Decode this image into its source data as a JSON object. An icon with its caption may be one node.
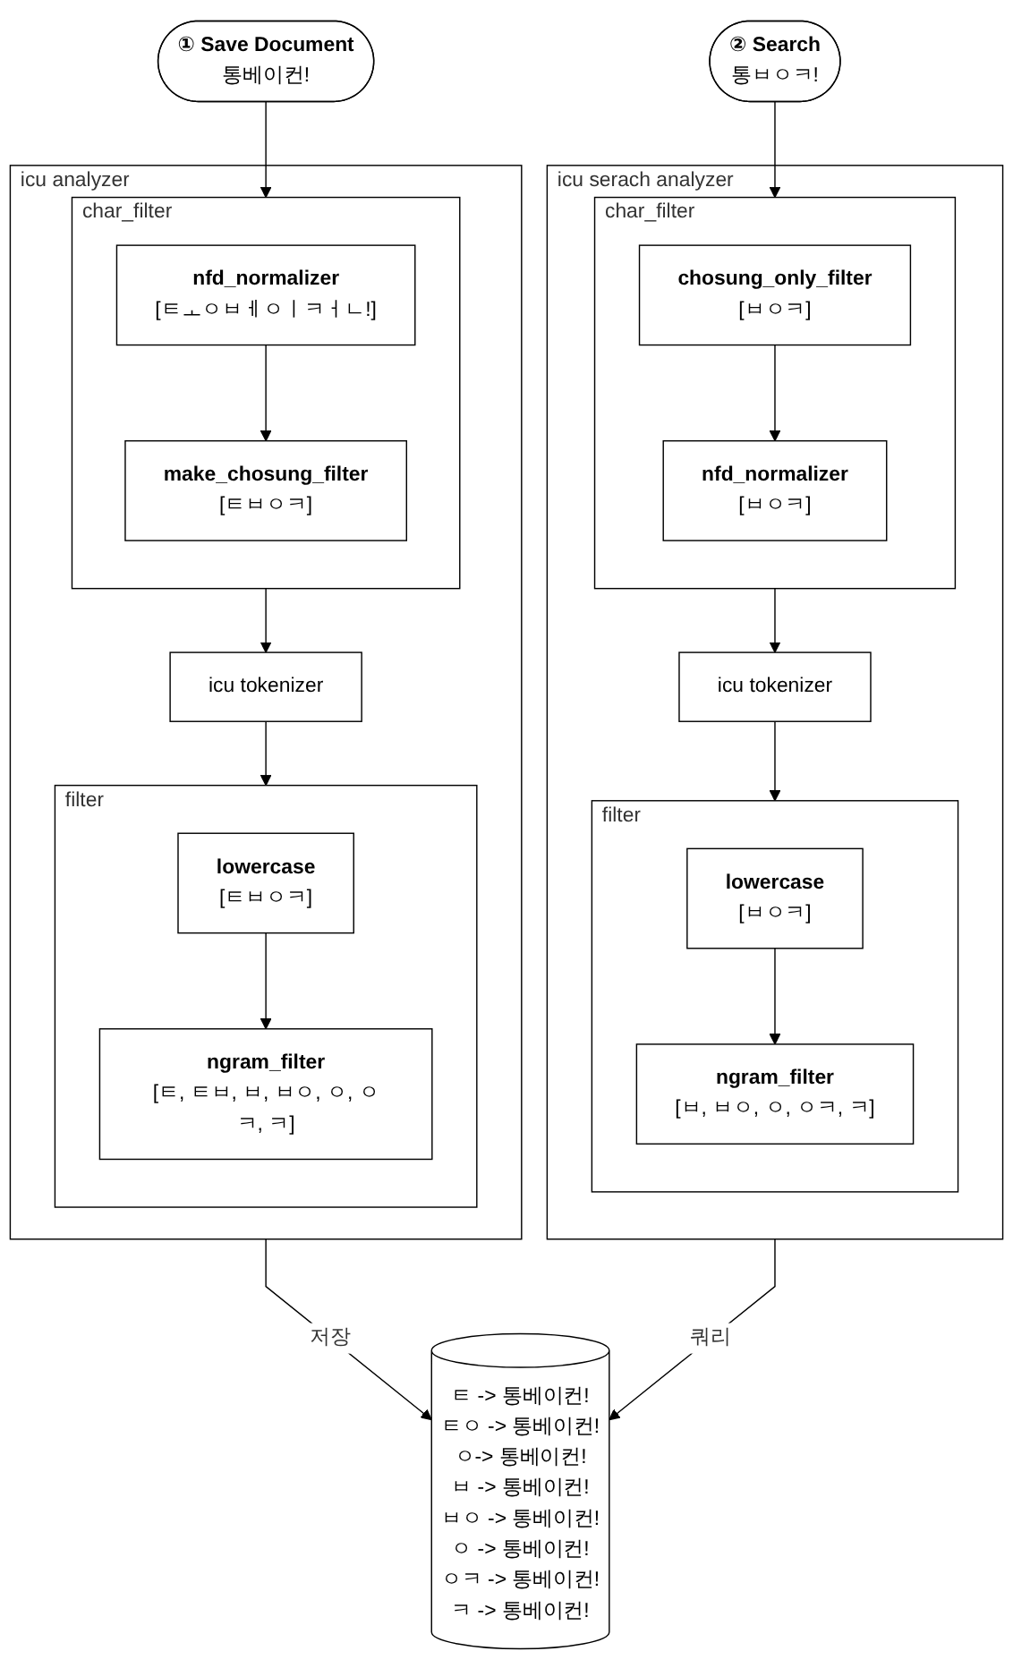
{
  "diagram": {
    "nodes": [
      {
        "text": [
          "① Save Document",
          "통베이컨!"
        ]
      },
      {
        "text": [
          "icu analyzer"
        ]
      },
      {
        "text": [
          "char_filter"
        ],
        "in": 1
      },
      {
        "text": [
          "nfd_normalizer",
          "[ㅌㅗㅇㅂㅔㅇㅣㅋㅓㄴ!]"
        ],
        "in": 2
      },
      {
        "text": [
          "make_chosung_filter",
          "[ㅌㅂㅇㅋ]"
        ],
        "in": 2
      },
      {
        "text": [
          "icu tokenizer"
        ],
        "in": 1
      },
      {
        "text": [
          "filter"
        ],
        "in": 1
      },
      {
        "text": [
          "lowercase",
          "[ㅌㅂㅇㅋ]"
        ],
        "in": 6
      },
      {
        "text": [
          "ngram_filter",
          "[ㅌ, ㅌㅂ, ㅂ, ㅂㅇ, ㅇ, ㅇㅋ, ㅋ]"
        ],
        "in": 6
      },
      {
        "text": [
          "② Search",
          "통ㅂㅇㅋ!"
        ]
      },
      {
        "text": [
          "icu serach analyzer"
        ]
      },
      {
        "text": [
          "char_filter"
        ],
        "in": 10
      },
      {
        "text": [
          "chosung_only_filter",
          "[ㅂㅇㅋ]"
        ],
        "in": 11
      },
      {
        "text": [
          "nfd_normalizer",
          "[ㅂㅇㅋ]"
        ],
        "in": 11
      },
      {
        "text": [
          "icu tokenizer"
        ],
        "in": 10
      },
      {
        "text": [
          "filter"
        ],
        "in": 10
      },
      {
        "text": [
          "lowercase",
          "[ㅂㅇㅋ]"
        ],
        "in": 15
      },
      {
        "text": [
          "ngram_filter",
          "[ㅂ, ㅂㅇ, ㅇ, ㅇㅋ, ㅋ]"
        ],
        "in": 15
      },
      {
        "text": [
          "ㅌ -> 통베이컨!",
          "ㅌㅇ -> 통베이컨!",
          "ㅇ-> 통베이컨!",
          "ㅂ -> 통베이컨!",
          "ㅂㅇ -> 통베이컨!",
          "ㅇ -> 통베이컨!",
          "ㅇㅋ -> 통베이컨!",
          "ㅋ -> 통베이컨!"
        ]
      }
    ],
    "edges": [
      {
        "from": 0,
        "to": 2,
        "arrow": "to"
      },
      {
        "from": 3,
        "to": 4,
        "arrow": "to"
      },
      {
        "from": 2,
        "to": 5,
        "arrow": "to"
      },
      {
        "from": 5,
        "to": 6,
        "arrow": "to"
      },
      {
        "from": 7,
        "to": 8,
        "arrow": "to"
      },
      {
        "from": 9,
        "to": 11,
        "arrow": "to"
      },
      {
        "from": 12,
        "to": 13,
        "arrow": "to"
      },
      {
        "from": 11,
        "to": 14,
        "arrow": "to"
      },
      {
        "from": 14,
        "to": 15,
        "arrow": "to"
      },
      {
        "from": 16,
        "to": 17,
        "arrow": "to"
      },
      {
        "from": 1,
        "to": 18,
        "label": "저장",
        "arrow": "to"
      },
      {
        "from": 10,
        "to": 18,
        "label": "쿼리",
        "arrow": "to"
      }
    ]
  }
}
